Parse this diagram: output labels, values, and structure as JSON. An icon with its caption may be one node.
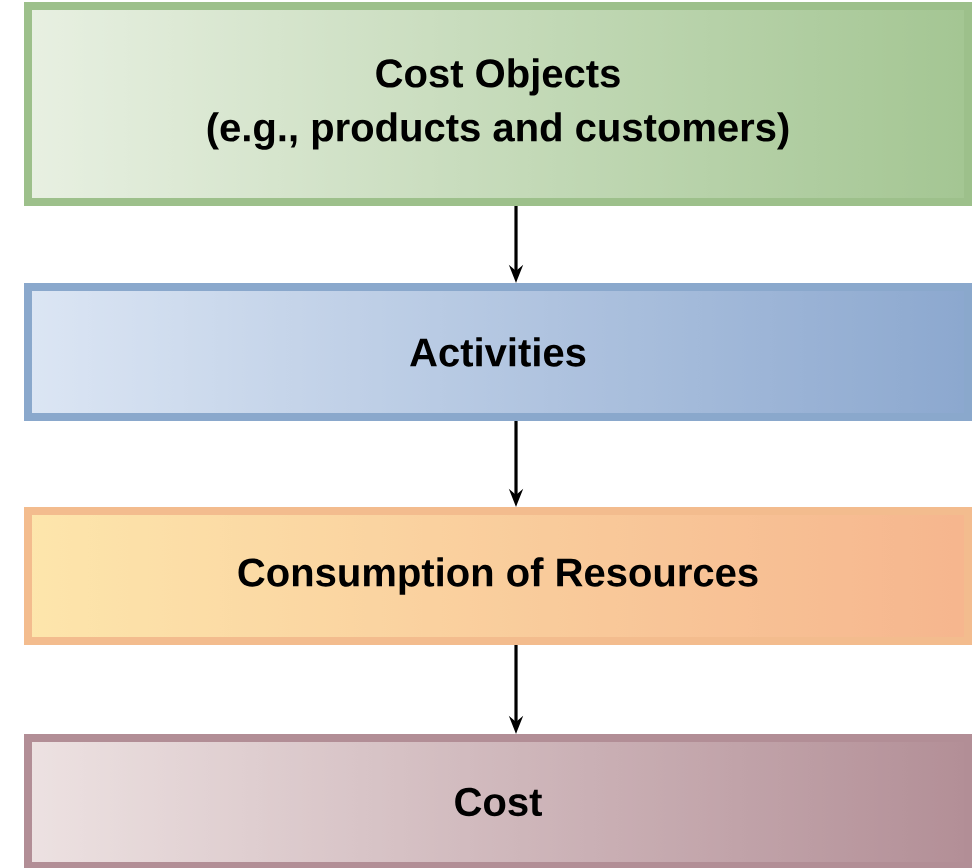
{
  "diagram": {
    "nodes": [
      {
        "text": [
          "Cost Objects",
          "(e.g., products and customers)"
        ]
      },
      {
        "text": [
          "Activities"
        ]
      },
      {
        "text": [
          "Consumption of Resources"
        ]
      },
      {
        "text": [
          "Cost"
        ]
      }
    ],
    "edges": [
      {
        "from": 0,
        "to": 1,
        "arrow": "to"
      },
      {
        "from": 1,
        "to": 2,
        "arrow": "to"
      },
      {
        "from": 2,
        "to": 3,
        "arrow": "to"
      }
    ]
  }
}
